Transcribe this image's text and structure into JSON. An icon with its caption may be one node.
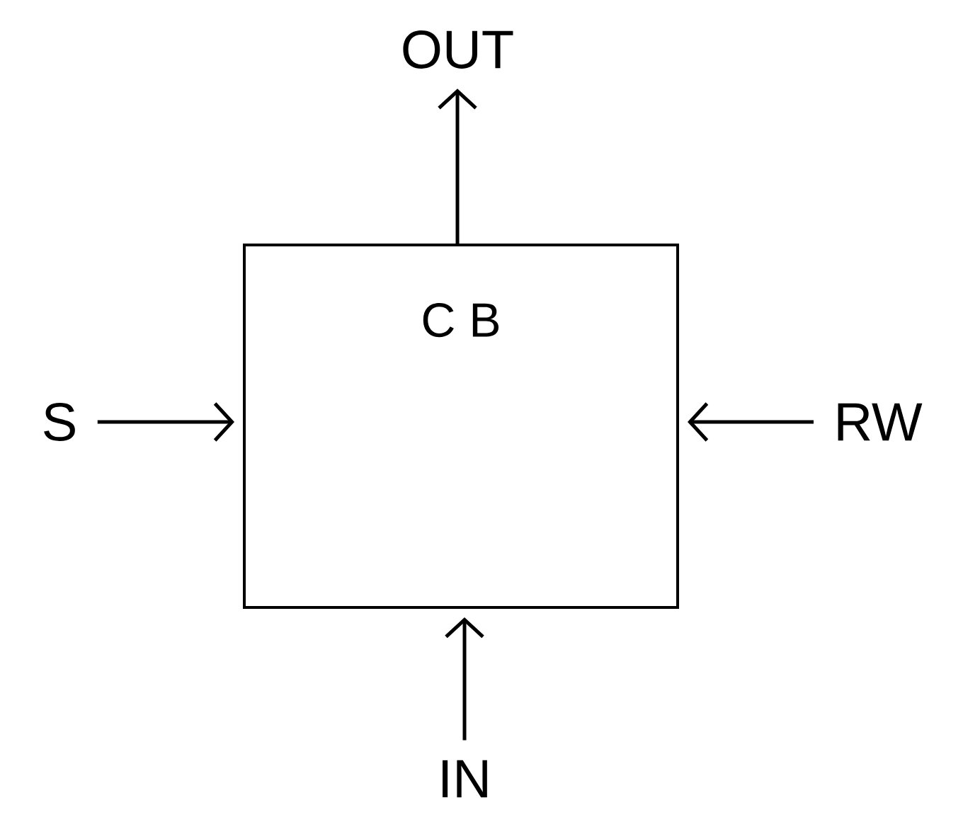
{
  "diagram": {
    "nodes": [
      {
        "text": [
          "C B"
        ]
      },
      {
        "text": [
          "OUT"
        ]
      },
      {
        "text": [
          "S"
        ]
      },
      {
        "text": [
          "RW"
        ]
      },
      {
        "text": [
          "IN"
        ]
      }
    ],
    "edges": [
      {
        "from": 0,
        "to": 1,
        "arrow": "to"
      },
      {
        "from": 2,
        "to": 0,
        "arrow": "to"
      },
      {
        "from": 3,
        "to": 0,
        "arrow": "to"
      },
      {
        "from": 4,
        "to": 0,
        "arrow": "to"
      }
    ]
  }
}
